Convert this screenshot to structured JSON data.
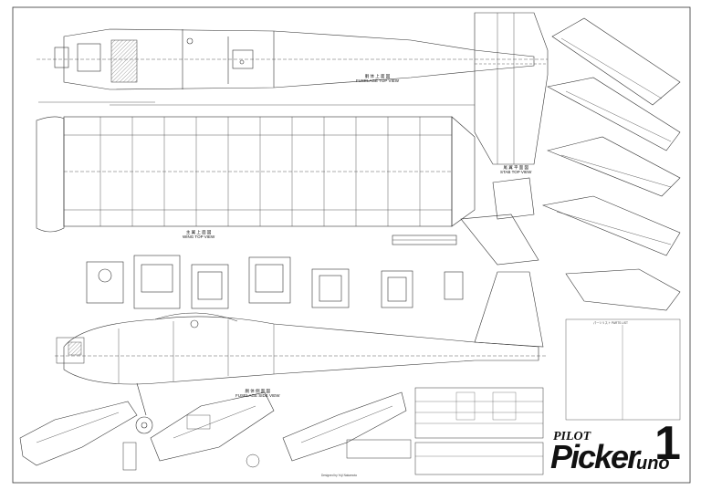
{
  "views": {
    "fuselage_top": {
      "ja": "胴 体 上 面 図",
      "en": "FUSELAGE TOP VIEW"
    },
    "wing_top": {
      "ja": "主 翼 上 面 図",
      "en": "WING TOP VIEW"
    },
    "fuselage_side": {
      "ja": "胴 体 側 面 図",
      "en": "FUSELAGE SIDE VIEW"
    },
    "stab_top": {
      "ja": "尾 翼 平 面 図",
      "en": "STAB TOP VIEW"
    }
  },
  "parts_list": {
    "title": "パーツリスト PARTS LIST"
  },
  "logo": {
    "brand": "PILOT",
    "name": "Picker",
    "suffix": "uno",
    "number": "1"
  },
  "footer": {
    "designer": "Designed by Yuji Nakamoto"
  },
  "colors": {
    "line": "#333333",
    "paper": "#ffffff",
    "hatch": "#555555"
  }
}
